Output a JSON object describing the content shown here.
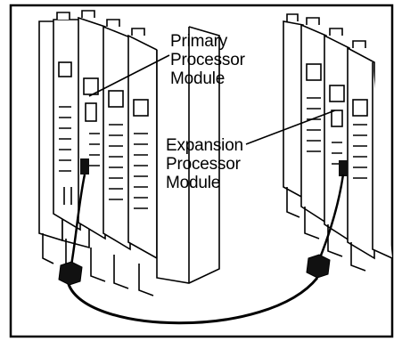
{
  "labels": {
    "primary": [
      "Primary",
      "Processor",
      "Module"
    ],
    "expansion": [
      "Expansion",
      "Processor",
      "Module"
    ]
  },
  "colors": {
    "line": "#000000",
    "background": "#ffffff",
    "connector": "#111111"
  }
}
